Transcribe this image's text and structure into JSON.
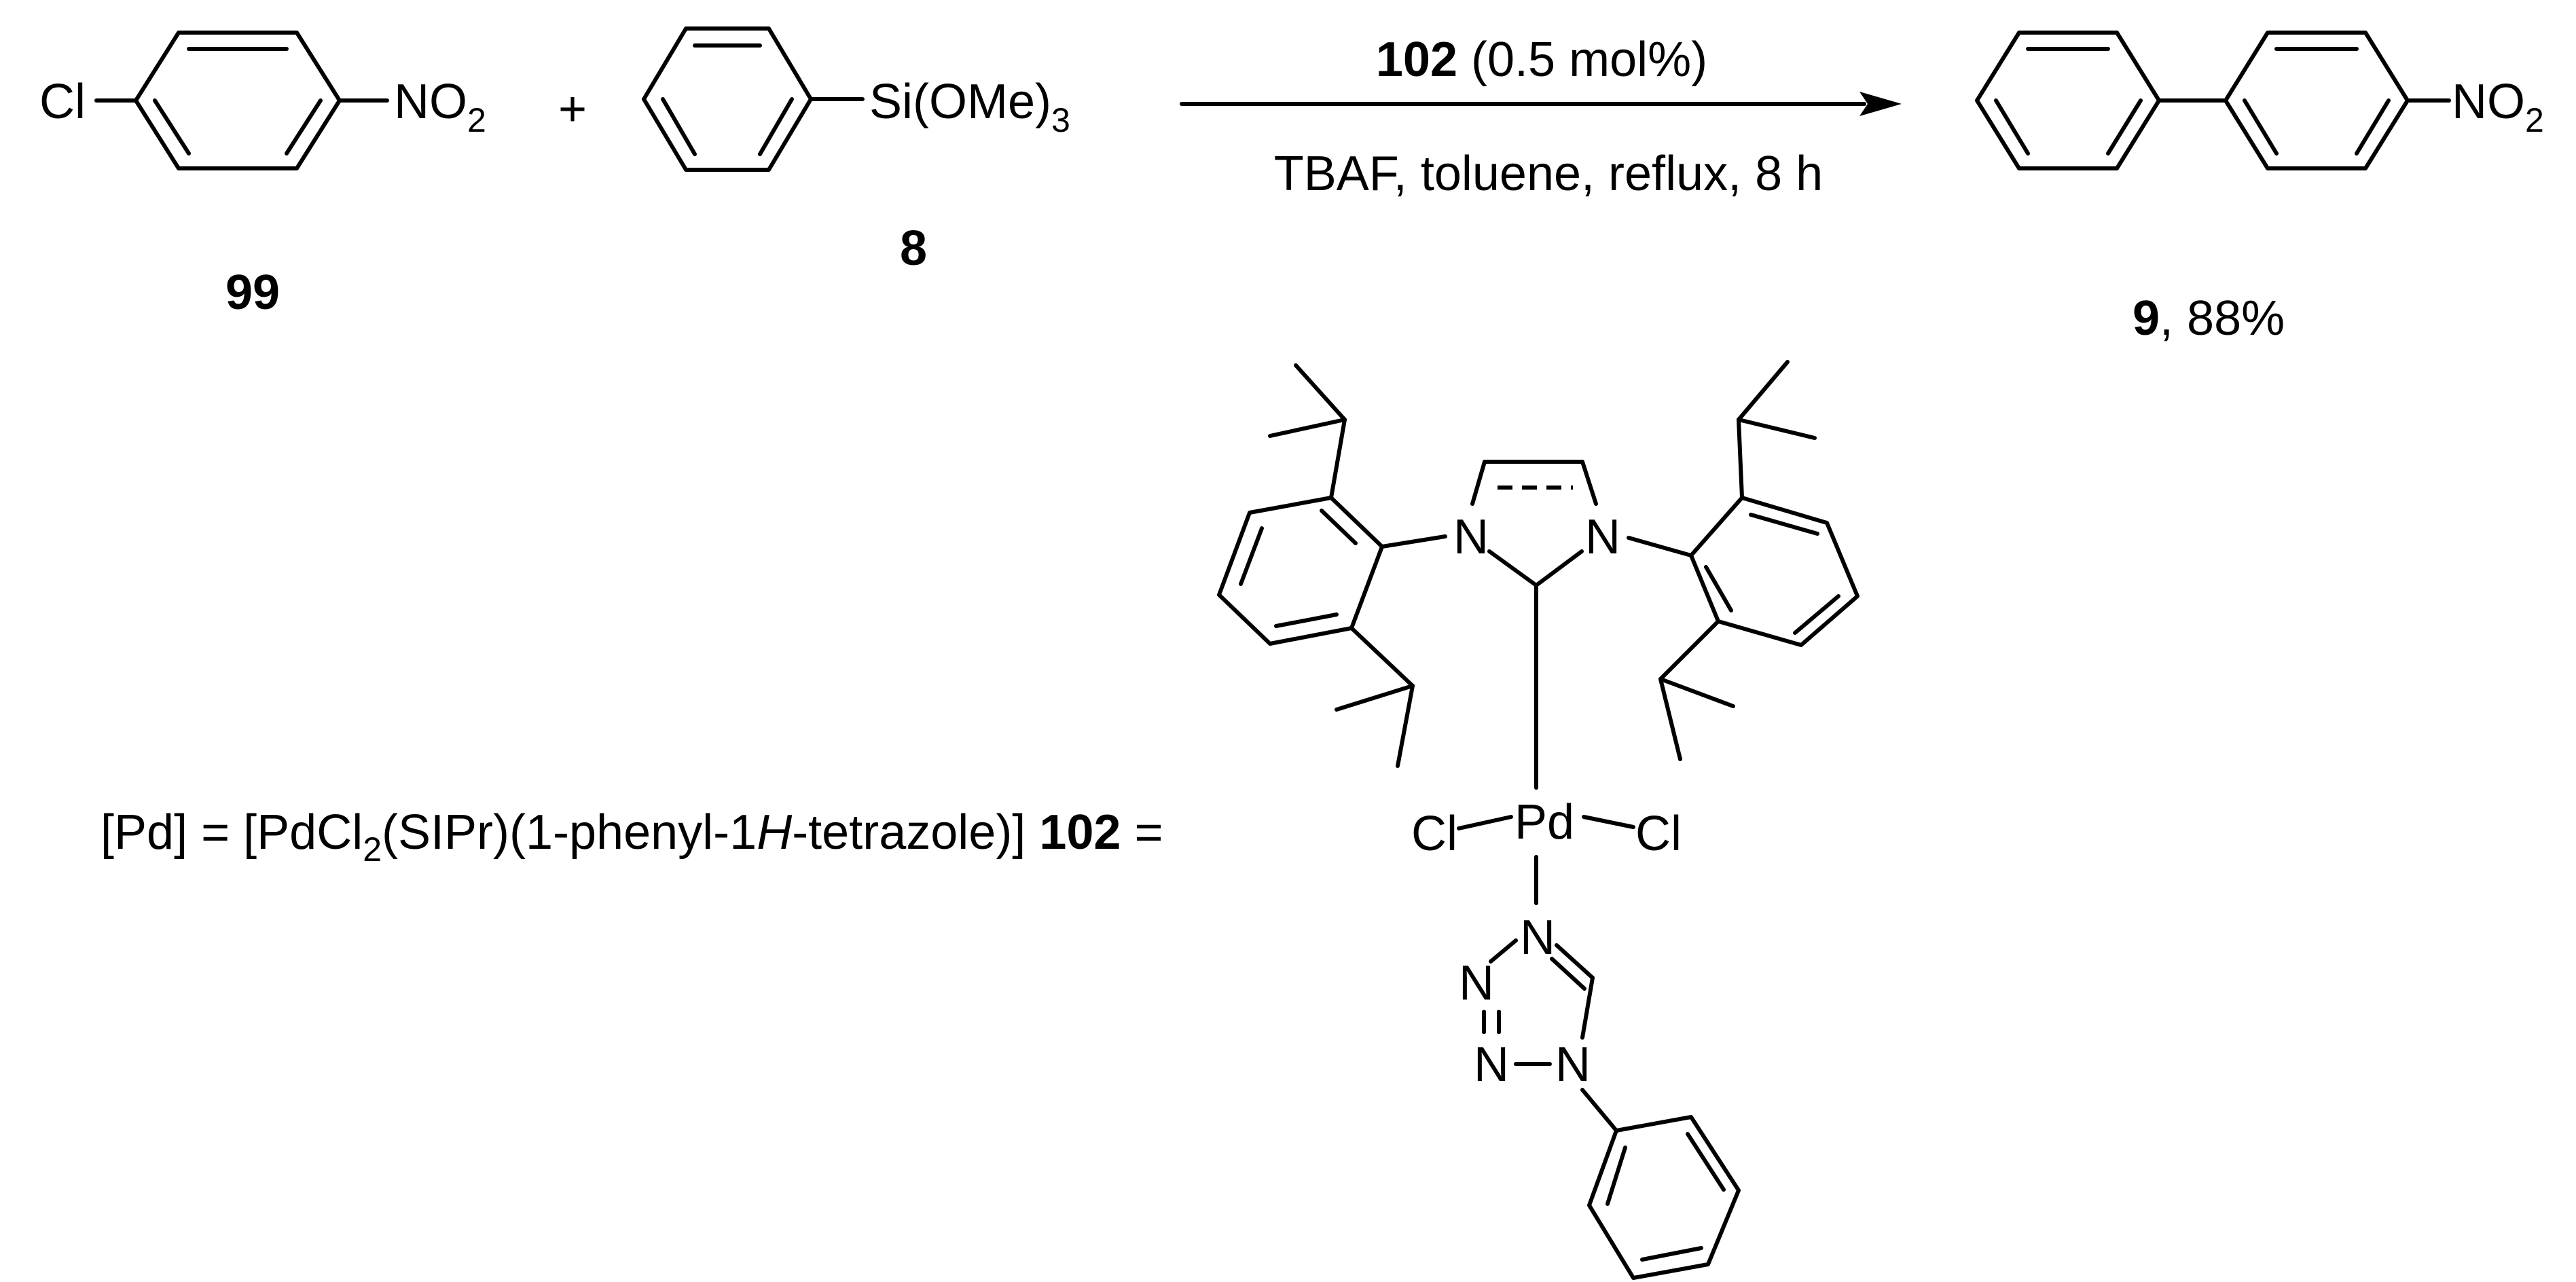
{
  "reaction": {
    "plus": "+",
    "arrow": {
      "catalyst_id": "102",
      "catalyst_loading": "(0.5 mol%)",
      "conditions": "TBAF, toluene, reflux, 8 h"
    }
  },
  "compounds": {
    "chloronitrobenzene": {
      "id": "99",
      "atoms": {
        "cl": "Cl",
        "no2_main": "NO",
        "no2_sub": "2"
      }
    },
    "phenylsilane": {
      "id": "8",
      "atoms": {
        "si_main": "Si(OMe)",
        "si_sub": "3"
      }
    },
    "nitrobiphenyl": {
      "id": "9",
      "yield": ", 88%",
      "atoms": {
        "no2_main": "NO",
        "no2_sub": "2"
      }
    }
  },
  "catalyst_definition": {
    "part1": "[Pd] = [PdCl",
    "sub": "2",
    "part2": "(SIPr)(1-phenyl-1",
    "italic_h": "H",
    "part3": "-tetrazole)] ",
    "id": "102",
    "equals": " ="
  },
  "catalyst_structure": {
    "atoms": {
      "n_left": "N",
      "n_right": "N",
      "pd": "Pd",
      "cl_left": "Cl",
      "cl_right": "Cl",
      "tz_n_top": "N",
      "tz_n_upper_left": "N",
      "tz_n_lower_left": "N",
      "tz_n_bottom": "N"
    }
  }
}
